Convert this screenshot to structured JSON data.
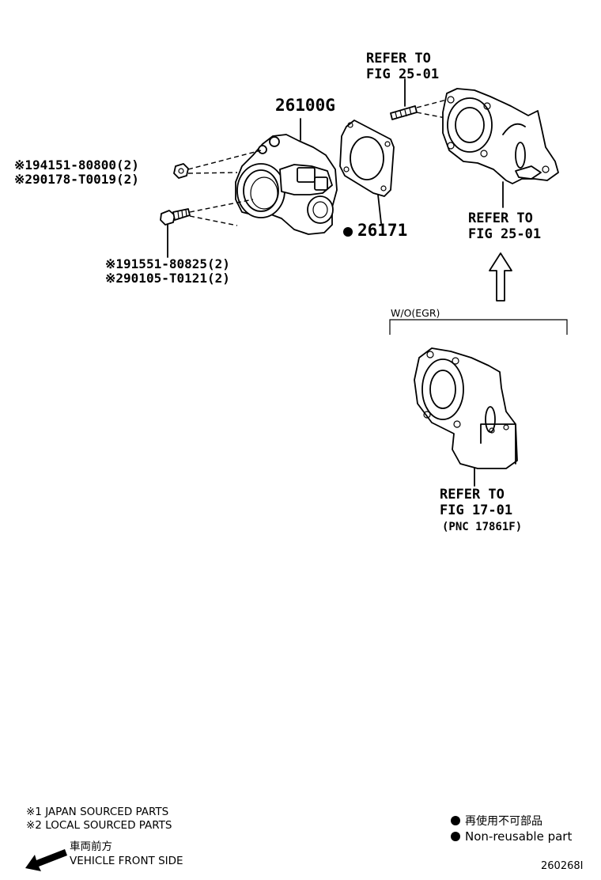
{
  "parts": {
    "throttle_body": "26100G",
    "gasket": "26171",
    "nut": {
      "line1": "※194151-80800(2)",
      "line2": "※290178-T0019(2)"
    },
    "bolt": {
      "line1": "※191551-80825(2)",
      "line2": "※290105-T0121(2)"
    }
  },
  "references": {
    "stud": {
      "line1": "REFER TO",
      "line2": "FIG 25-01"
    },
    "intake_upper": {
      "line1": "REFER TO",
      "line2": "FIG 25-01"
    },
    "intake_lower": {
      "line1": "REFER TO",
      "line2": "FIG 17-01",
      "line3": "(PNC 17861F)"
    }
  },
  "variant_label": "W/O(EGR)",
  "legend": {
    "japan": "※1 JAPAN SOURCED PARTS",
    "local": "※2 LOCAL SOURCED PARTS",
    "nonreusable_jp": "再使用不可部品",
    "nonreusable_en": "Non-reusable part",
    "front_jp": "車両前方",
    "front_en": "VEHICLE FRONT SIDE"
  },
  "figure_id": "260268I"
}
